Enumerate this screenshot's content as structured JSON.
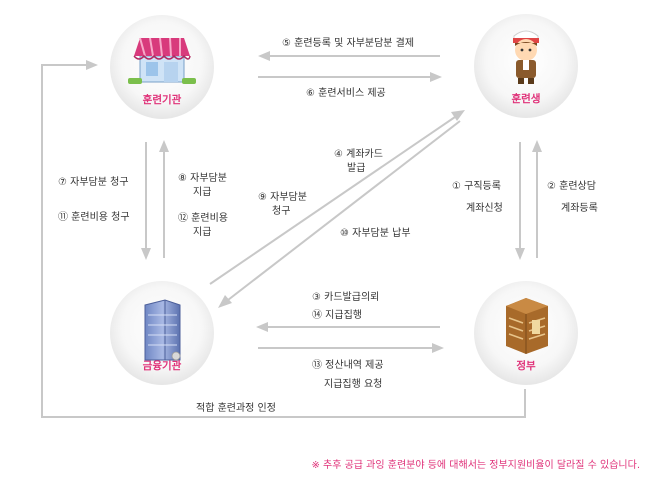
{
  "colors": {
    "node_label": "#e0337a",
    "arrow": "#c8c8c8",
    "footnote": "#e0337a",
    "text": "#333333"
  },
  "nodes": {
    "training_institution": {
      "label": "훈련기관",
      "icon": "shop-icon"
    },
    "trainee": {
      "label": "훈련생",
      "icon": "trainee-person-icon"
    },
    "financial_institution": {
      "label": "금융기관",
      "icon": "bank-building-icon"
    },
    "government": {
      "label": "정부",
      "icon": "government-building-icon"
    }
  },
  "steps": {
    "s5": "⑤ 훈련등록 및 자부분담분 결제",
    "s6": "⑥ 훈련서비스 제공",
    "s7": "⑦ 자부담분 청구",
    "s11": "⑪ 훈련비용 청구",
    "s8_line1": "⑧ 자부담분",
    "s8_line2": "지급",
    "s12_line1": "⑫ 훈련비용",
    "s12_line2": "지급",
    "s4_line1": "④ 계좌카드",
    "s4_line2": "발급",
    "s9_line1": "⑨ 자부담분",
    "s9_line2": "청구",
    "s10": "⑩ 자부담분 납부",
    "s1_line1": "① 구직등록",
    "s1_line2": "계좌신청",
    "s2_line1": "② 훈련상담",
    "s2_line2": "계좌등록",
    "s3": "③ 카드발급의뢰",
    "s14": "⑭ 지급집행",
    "s13_line1": "⑬ 정산내역 제공",
    "s13_line2": "지급집행 요청",
    "certify": "적합 훈련과정 인정"
  },
  "footnote": "※ 추후 공급 과잉 훈련분야 등에 대해서는 정부지원비율이 달라질 수 있습니다."
}
